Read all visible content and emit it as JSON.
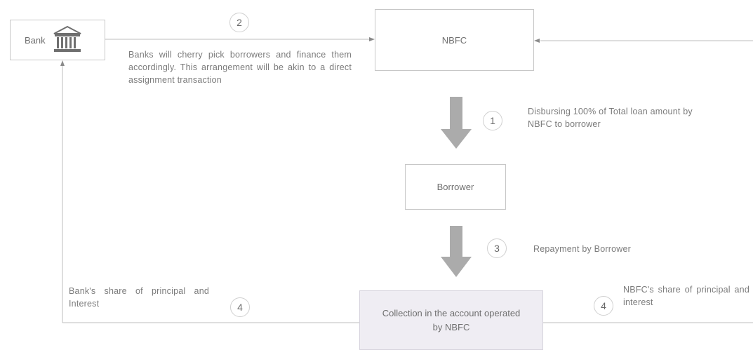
{
  "diagram": {
    "bank_label": "Bank",
    "nbfc_label": "NBFC",
    "borrower_label": "Borrower",
    "collection_label": "Collection in the account operated by NBFC",
    "steps": [
      {
        "number": "2",
        "text": "Banks will cherry pick borrowers and finance them accordingly. This arrangement will be akin to a direct assignment transaction"
      },
      {
        "number": "1",
        "text": "Disbursing 100% of Total loan amount by NBFC to borrower"
      },
      {
        "number": "3",
        "text": "Repayment by Borrower"
      },
      {
        "number": "4",
        "text": "Bank's share of principal and Interest"
      },
      {
        "number": "4",
        "text": "NBFC's share of principal and interest"
      }
    ],
    "colors": {
      "line": "#bdbdbd",
      "arrow": "#a9a9a9",
      "box_border": "#c7c7c7",
      "collection_fill": "#efedf3"
    }
  }
}
